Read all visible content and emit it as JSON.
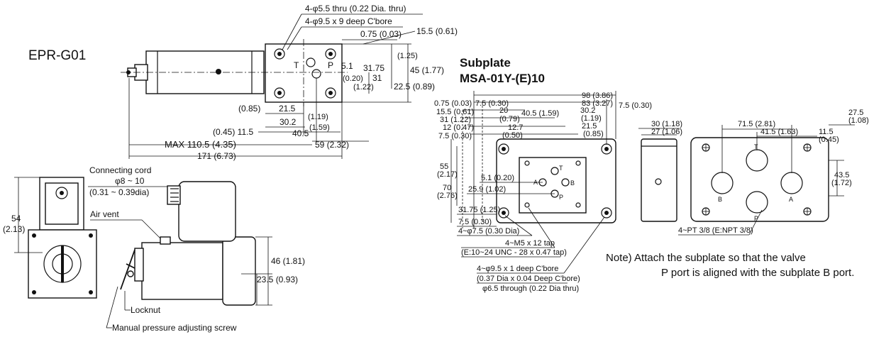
{
  "model": "EPR-G01",
  "valve_top": {
    "thru_hole": "4-φ5.5 thru (0.22 Dia. thru)",
    "cbore": "4-φ9.5 x 9 deep C'bore",
    "d_075": "0.75 (0.03)",
    "d_155": "15.5 (0.61)",
    "d_125": "(1.25)",
    "d_3175": "31.75",
    "d_45": "45 (1.77)",
    "d_51": "5.1",
    "d_020": "(0.20)",
    "d_31": "31",
    "d_122": "(1.22)",
    "d_225": "22.5 (0.89)",
    "d_085": "(0.85)",
    "d_215": "21.5",
    "d_119": "(1.19)",
    "d_302": "30.2",
    "d_159": "(1.59)",
    "d_045": "(0.45) 11.5",
    "d_405": "40.5",
    "d_max": "MAX 110.5 (4.35)",
    "d_59": "59 (2.32)",
    "d_171": "171 (6.73)",
    "port_T": "T",
    "port_P": "P"
  },
  "valve_side": {
    "cord": "Connecting cord",
    "cord_dia": "φ8 ~ 10",
    "cord_dia_in": "(0.31 ~ 0.39dia)",
    "air_vent": "Air vent",
    "d_54": "54",
    "d_213": "(2.13)",
    "d_46": "46 (1.81)",
    "d_235": "23.5 (0.93)",
    "locknut": "Locknut",
    "screw": "Manual pressure adjusting screw"
  },
  "subplate": {
    "title1": "Subplate",
    "title2": "MSA-01Y-(E)10",
    "d_98": "98 (3.86)",
    "d_83": "83 (3.27)",
    "d_075a": "0.75 (0.03)",
    "d_75a": "7.5 (0.30)",
    "d_155": "15.5 (0.61)",
    "d_20": "20",
    "d_405": "40.5 (1.59)",
    "d_302": "30.2",
    "d_31": "31 (1.22)",
    "d_079": "(0.79)",
    "d_119": "(1.19)",
    "d_12": "12 (0.47)",
    "d_127": "12.7",
    "d_215": "21.5",
    "d_75b": "7.5 (0.30)",
    "d_050": "(0.50)",
    "d_085": "(0.85)",
    "d_75r": "7.5 (0.30)",
    "d_55": "55",
    "d_217": "(2.17)",
    "d_70": "70",
    "d_276": "(2.76)",
    "d_51": "5.1 (0.20)",
    "d_259": "25.9 (1.02)",
    "d_3175": "31.75 (1.25)",
    "d_75c": "7.5 (0.30)",
    "d_phi75": "4~φ7.5 (0.30 Dia)",
    "d_m5": "4~M5 x 12 tap",
    "d_unc": "(E:10~24 UNC - 28 x 0.47 tap)",
    "d_cb1": "4~φ9.5 x 1 deep C'bore",
    "d_cb2": "(0.37 Dia x 0.04 Deep C'bore)",
    "d_thru": "φ6.5 through (0.22 Dia thru)",
    "port_T": "T",
    "port_A": "A",
    "port_B": "B",
    "port_P": "P"
  },
  "subplate_side": {
    "d_30": "30 (1.18)",
    "d_27": "27 (1.06)",
    "d_715": "71.5 (2.81)",
    "d_415": "41.5 (1.63)",
    "d_275": "27.5",
    "d_108": "(1.08)",
    "d_115": "11.5",
    "d_045": "(0.45)",
    "d_435": "43.5",
    "d_172": "(1.72)",
    "d_pt": "4~PT 3/8 (E:NPT 3/8)",
    "port_T": "T",
    "port_B": "B",
    "port_A": "A",
    "port_P": "P"
  },
  "note": {
    "line1": "Note)  Attach the subplate so that the valve",
    "line2": "P port is aligned with the subplate B port."
  }
}
